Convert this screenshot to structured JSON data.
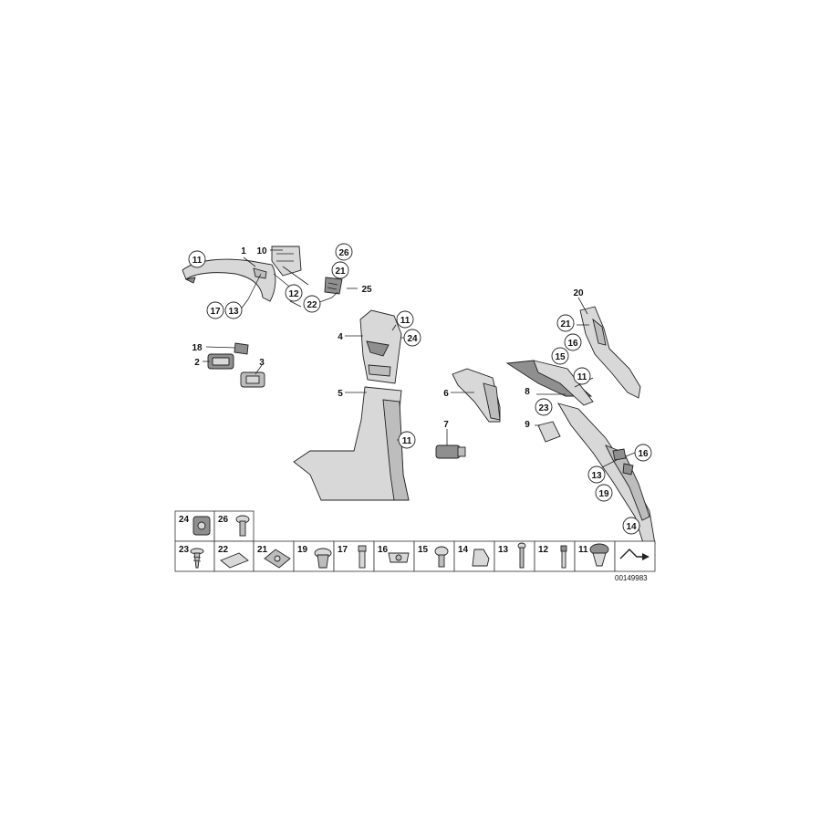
{
  "callouts": {
    "c1": "1",
    "c10": "10",
    "c26a": "26",
    "c21a": "21",
    "c25": "25",
    "c11a": "11",
    "c12a": "12",
    "c22a": "22",
    "c17a": "17",
    "c13a": "13",
    "c18": "18",
    "c2": "2",
    "c3": "3",
    "c4": "4",
    "c11b": "11",
    "c24a": "24",
    "c5": "5",
    "c11c": "11",
    "c6": "6",
    "c7": "7",
    "c20": "20",
    "c21b": "21",
    "c16a": "16",
    "c15a": "15",
    "c11d": "11",
    "c8": "8",
    "c23a": "23",
    "c9": "9",
    "c16b": "16",
    "c13b": "13",
    "c19a": "19",
    "c14a": "14"
  },
  "legend": {
    "top_row": [
      "24",
      "26"
    ],
    "bottom_row": [
      "23",
      "22",
      "21",
      "19",
      "17",
      "16",
      "15",
      "14",
      "13",
      "12",
      "11"
    ]
  },
  "diagram_id": "00149983"
}
